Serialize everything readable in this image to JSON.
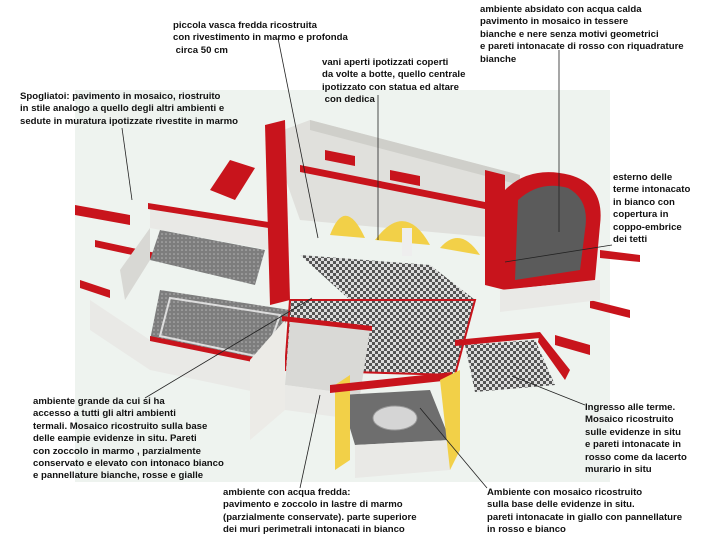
{
  "annotations": {
    "vasca": [
      "piccola vasca fredda ricostruita",
      "con rivestimento in marmo e profonda",
      " circa 50 cm"
    ],
    "vani": [
      "vani aperti ipotizzati coperti",
      "da volte a botte, quello centrale",
      "ipotizzato con statua ed altare",
      " con dedica"
    ],
    "absidato": [
      "ambiente absidato con acqua calda",
      "pavimento in mosaico in tessere",
      "bianche e nere senza motivi geometrici",
      "e pareti intonacate di rosso con riquadrature",
      "bianche"
    ],
    "spogliatoi": [
      "Spogliatoi: pavimento in mosaico, riostruito",
      "in stile analogo a quello degli altri ambienti e",
      "sedute in muratura ipotizzate rivestite in marmo"
    ],
    "esterno": [
      "esterno delle",
      "terme intonacato",
      "in bianco con",
      "copertura in",
      "coppo-embrice",
      "dei tetti"
    ],
    "grande": [
      "ambiente grande da cui si ha",
      "accesso a tutti gli altri ambienti",
      "termali. Mosaico ricostruito sulla base",
      "delle eampie evidenze in situ. Pareti",
      "con zoccolo in marmo , parzialmente",
      "conservato e elevato con intonaco bianco",
      "e pannellature bianche, rosse e gialle"
    ],
    "ingresso": [
      "Ingresso alle terme.",
      "Mosaico ricostruito",
      "sulle evidenze in situ",
      "e pareti intonacate in",
      "rosso come da lacerto",
      "murario in situ"
    ],
    "fredda": [
      "ambiente con acqua fredda:",
      "pavimento e zoccolo in lastre di marmo",
      "(parzialmente conservate). parte superiore",
      "dei muri perimetrali intonacati in bianco"
    ],
    "mosaico": [
      "Ambiente con mosaico ricostruito",
      "sulla base delle evidenze in situ.",
      "pareti intonacate in giallo con pannellature",
      "in rosso e bianco"
    ]
  },
  "colors": {
    "wall_red": "#c8141c",
    "wall_white": "#e9e9e6",
    "floor_gray": "#8a8a8a",
    "backdrop": "#eef3ef",
    "text": "#111111"
  }
}
